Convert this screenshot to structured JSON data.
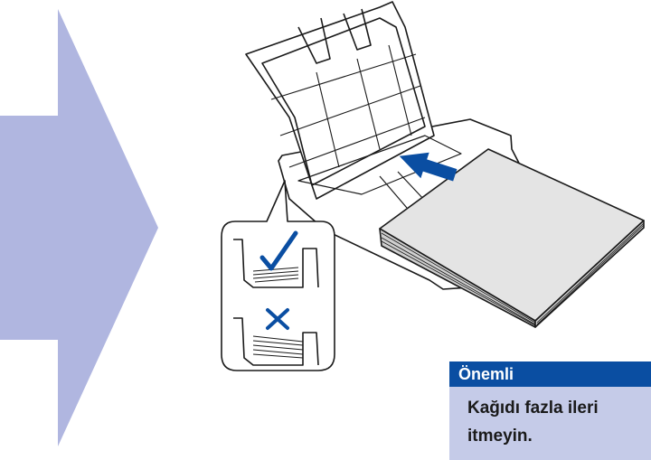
{
  "note": {
    "title": "Önemli",
    "text_line1": "Kağıdı fazla ileri",
    "text_line2": "itmeyin."
  },
  "colors": {
    "arrow": "#b0b6e0",
    "note_header": "#0a4ea2",
    "note_body": "#c5cbe8",
    "check_mark": "#0a4ea2"
  },
  "icons": [
    "big-right-arrow",
    "check-mark-icon",
    "cross-mark-icon",
    "push-arrow-icon"
  ]
}
